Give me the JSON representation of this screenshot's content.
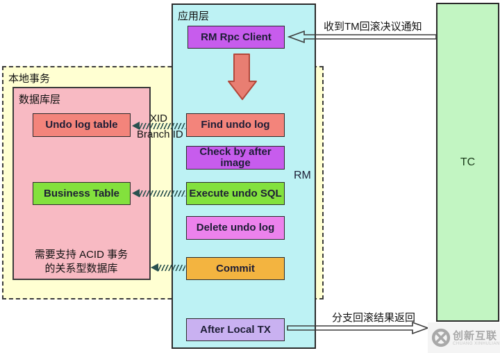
{
  "local_tx": {
    "label": "本地事务"
  },
  "db_layer": {
    "label": "数据库层",
    "undo_log_table": "Undo log table",
    "business_table": "Business Table",
    "note_line1": "需要支持 ACID 事务",
    "note_line2": "的关系型数据库"
  },
  "app_layer": {
    "label": "应用层",
    "rm_rpc_client": "RM Rpc Client",
    "steps": {
      "find_undo_log": "Find undo log",
      "check_by_after_image": "Check by after image",
      "execute_undo_sql": "Execute undo SQL",
      "delete_undo_log": "Delete undo log",
      "commit": "Commit"
    },
    "after_local_tx": "After Local TX",
    "rm_label": "RM"
  },
  "tc": {
    "label": "TC"
  },
  "annotations": {
    "xid": "XID",
    "branch_id": "Branch ID",
    "incoming_notice": "收到TM回滚决议通知",
    "outgoing_result": "分支回滚结果返回"
  },
  "watermark": {
    "brand": "创新互联",
    "sub": "CHUANG XINHULIAN"
  },
  "colors": {
    "app_layer_bg": "#bdf2f4",
    "tc_bg": "#c2f5c2",
    "local_tx_bg": "#ffffd2",
    "db_layer_bg": "#f8bac3",
    "salmon_box": "#f3847b",
    "green_box": "#83e13d",
    "purple_box": "#c75ced",
    "violet_box": "#ec82ec",
    "orange_box": "#f3b440",
    "lavender_box": "#c9b1f1",
    "red_arrow": "#e87e72"
  }
}
